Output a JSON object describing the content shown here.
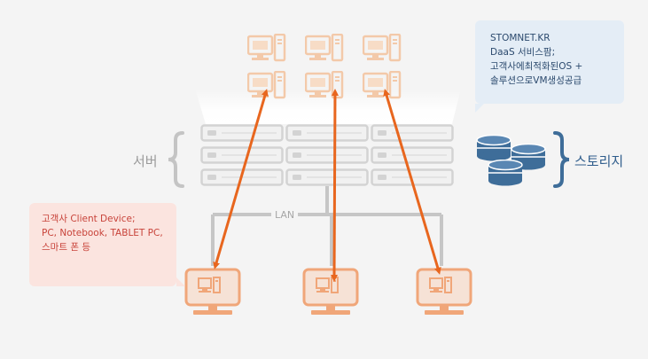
{
  "labels": {
    "server": "서버",
    "storage": "스토리지",
    "lan": "LAN"
  },
  "daas_callout": {
    "lines": [
      "STOMNET.KR",
      "DaaS 서비스팜;",
      "고객사에최적화된OS +",
      "솔루션으로VM생성공급"
    ]
  },
  "client_callout": {
    "lines": [
      "고객사 Client Device;",
      "PC, Notebook, TABLET PC,",
      "스마트 폰 등"
    ]
  },
  "icons": {
    "virtual_pc": "desktop-pc-icon",
    "server_rack": "server-rack-icon",
    "storage": "database-disk-icon",
    "client": "monitor-client-icon",
    "brace": "curly-brace-icon",
    "arrow": "double-arrow-icon"
  },
  "colors": {
    "virtual_pc": "#f3c9a9",
    "client": "#f0a679",
    "server": "#d6d6d6",
    "storage": "#3e6d99",
    "arrow": "#e8661e",
    "lan_line": "#c6c6c6"
  }
}
